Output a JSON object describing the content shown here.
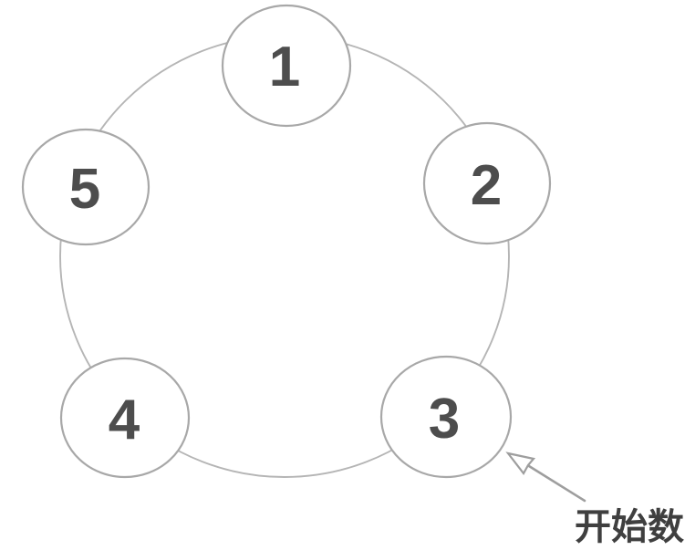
{
  "diagram": {
    "description": "counting-circle",
    "nodes": [
      {
        "label": "1"
      },
      {
        "label": "2"
      },
      {
        "label": "3"
      },
      {
        "label": "4"
      },
      {
        "label": "5"
      }
    ],
    "annotation": {
      "label": "开始数"
    },
    "colors": {
      "background": "#ffffff",
      "ring_stroke": "#b5b5b5",
      "node_stroke": "#a8a8a8",
      "node_fill": "#ffffff",
      "number_color": "#4d4d4d",
      "arrow_color": "#9e9e9e",
      "arrowhead_fill": "#ffffff",
      "annotation_color": "#3f3f3f"
    }
  }
}
